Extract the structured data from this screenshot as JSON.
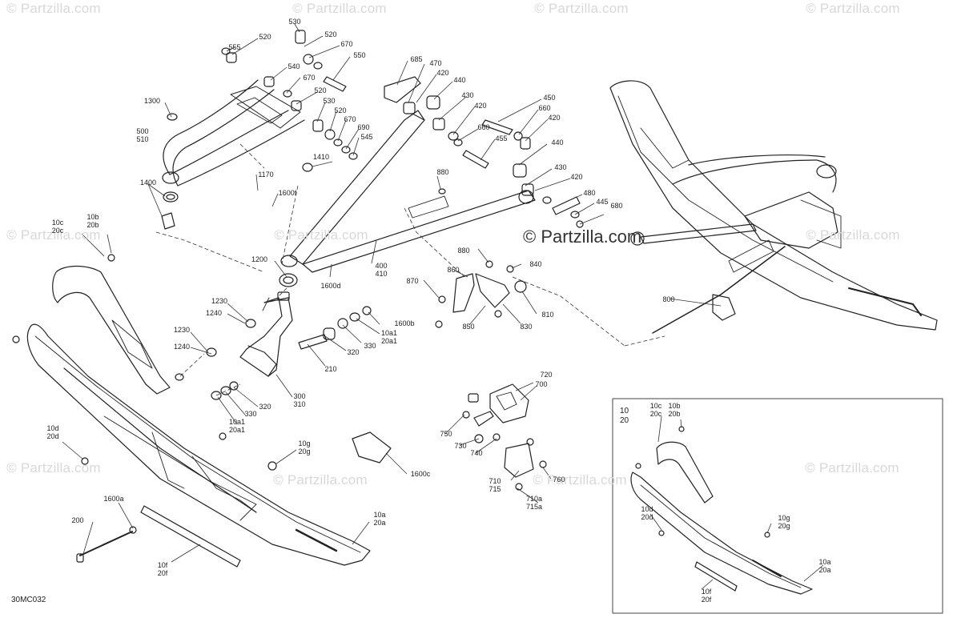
{
  "watermark": {
    "text": "© Partzilla.com",
    "faint_positions_note": ""
  },
  "main_watermark": "© Partzilla.com",
  "diagram_code": "30MC032",
  "inset_title": "10\n20",
  "labels": [
    {
      "id": "555",
      "text": "555"
    },
    {
      "id": "520a",
      "text": "520"
    },
    {
      "id": "530a",
      "text": "530"
    },
    {
      "id": "520b",
      "text": "520"
    },
    {
      "id": "670a",
      "text": "670"
    },
    {
      "id": "550",
      "text": "550"
    },
    {
      "id": "540",
      "text": "540"
    },
    {
      "id": "670b",
      "text": "670"
    },
    {
      "id": "520c",
      "text": "520"
    },
    {
      "id": "530b",
      "text": "530"
    },
    {
      "id": "520d",
      "text": "520"
    },
    {
      "id": "670c",
      "text": "670"
    },
    {
      "id": "690",
      "text": "690"
    },
    {
      "id": "545",
      "text": "545"
    },
    {
      "id": "1300",
      "text": "1300"
    },
    {
      "id": "500_510",
      "text": "500\n510"
    },
    {
      "id": "685",
      "text": "685"
    },
    {
      "id": "470",
      "text": "470"
    },
    {
      "id": "420a",
      "text": "420"
    },
    {
      "id": "440a",
      "text": "440"
    },
    {
      "id": "430a",
      "text": "430"
    },
    {
      "id": "420b",
      "text": "420"
    },
    {
      "id": "450",
      "text": "450"
    },
    {
      "id": "660a",
      "text": "660"
    },
    {
      "id": "420c",
      "text": "420"
    },
    {
      "id": "660b",
      "text": "660"
    },
    {
      "id": "455",
      "text": "455"
    },
    {
      "id": "440b",
      "text": "440"
    },
    {
      "id": "430b",
      "text": "430"
    },
    {
      "id": "420d",
      "text": "420"
    },
    {
      "id": "480",
      "text": "480"
    },
    {
      "id": "445",
      "text": "445"
    },
    {
      "id": "680",
      "text": "680"
    },
    {
      "id": "1410",
      "text": "1410"
    },
    {
      "id": "1170",
      "text": "1170"
    },
    {
      "id": "1600f",
      "text": "1600f"
    },
    {
      "id": "880a",
      "text": "880"
    },
    {
      "id": "1400",
      "text": "1400"
    },
    {
      "id": "10c_20c",
      "text": "10c\n20c"
    },
    {
      "id": "10b_20b",
      "text": "10b\n20b"
    },
    {
      "id": "1200",
      "text": "1200"
    },
    {
      "id": "1600d",
      "text": "1600d"
    },
    {
      "id": "400_410",
      "text": "400\n410"
    },
    {
      "id": "880b",
      "text": "880"
    },
    {
      "id": "860",
      "text": "860"
    },
    {
      "id": "840",
      "text": "840"
    },
    {
      "id": "870",
      "text": "870"
    },
    {
      "id": "810",
      "text": "810"
    },
    {
      "id": "850",
      "text": "850"
    },
    {
      "id": "830",
      "text": "830"
    },
    {
      "id": "800",
      "text": "800"
    },
    {
      "id": "1230a",
      "text": "1230"
    },
    {
      "id": "1240a",
      "text": "1240"
    },
    {
      "id": "1600b",
      "text": "1600b"
    },
    {
      "id": "10a1_20a1_a",
      "text": "10a1\n20a1"
    },
    {
      "id": "1230b",
      "text": "1230"
    },
    {
      "id": "1240b",
      "text": "1240"
    },
    {
      "id": "330a",
      "text": "330"
    },
    {
      "id": "320a",
      "text": "320"
    },
    {
      "id": "210",
      "text": "210"
    },
    {
      "id": "300_310",
      "text": "300\n310"
    },
    {
      "id": "320b",
      "text": "320"
    },
    {
      "id": "330b",
      "text": "330"
    },
    {
      "id": "10a1_20a1_b",
      "text": "10a1\n20a1"
    },
    {
      "id": "720",
      "text": "720"
    },
    {
      "id": "700",
      "text": "700"
    },
    {
      "id": "750",
      "text": "750"
    },
    {
      "id": "730",
      "text": "730"
    },
    {
      "id": "740",
      "text": "740"
    },
    {
      "id": "710_715",
      "text": "710\n715"
    },
    {
      "id": "710a_715a",
      "text": "710a\n715a"
    },
    {
      "id": "760",
      "text": "760"
    },
    {
      "id": "10d_20d",
      "text": "10d\n20d"
    },
    {
      "id": "10g_20g",
      "text": "10g\n20g"
    },
    {
      "id": "1600c",
      "text": "1600c"
    },
    {
      "id": "1600a",
      "text": "1600a"
    },
    {
      "id": "200",
      "text": "200"
    },
    {
      "id": "10a_20a",
      "text": "10a\n20a"
    },
    {
      "id": "10f_20f",
      "text": "10f\n20f"
    },
    {
      "id": "in_10c_20c",
      "text": "10c\n20c"
    },
    {
      "id": "in_10b_20b",
      "text": "10b\n20b"
    },
    {
      "id": "in_10d_20d",
      "text": "10d\n20d"
    },
    {
      "id": "in_10g_20g",
      "text": "10g\n20g"
    },
    {
      "id": "in_10a_20a",
      "text": "10a\n20a"
    },
    {
      "id": "in_10f_20f",
      "text": "10f\n20f"
    }
  ]
}
